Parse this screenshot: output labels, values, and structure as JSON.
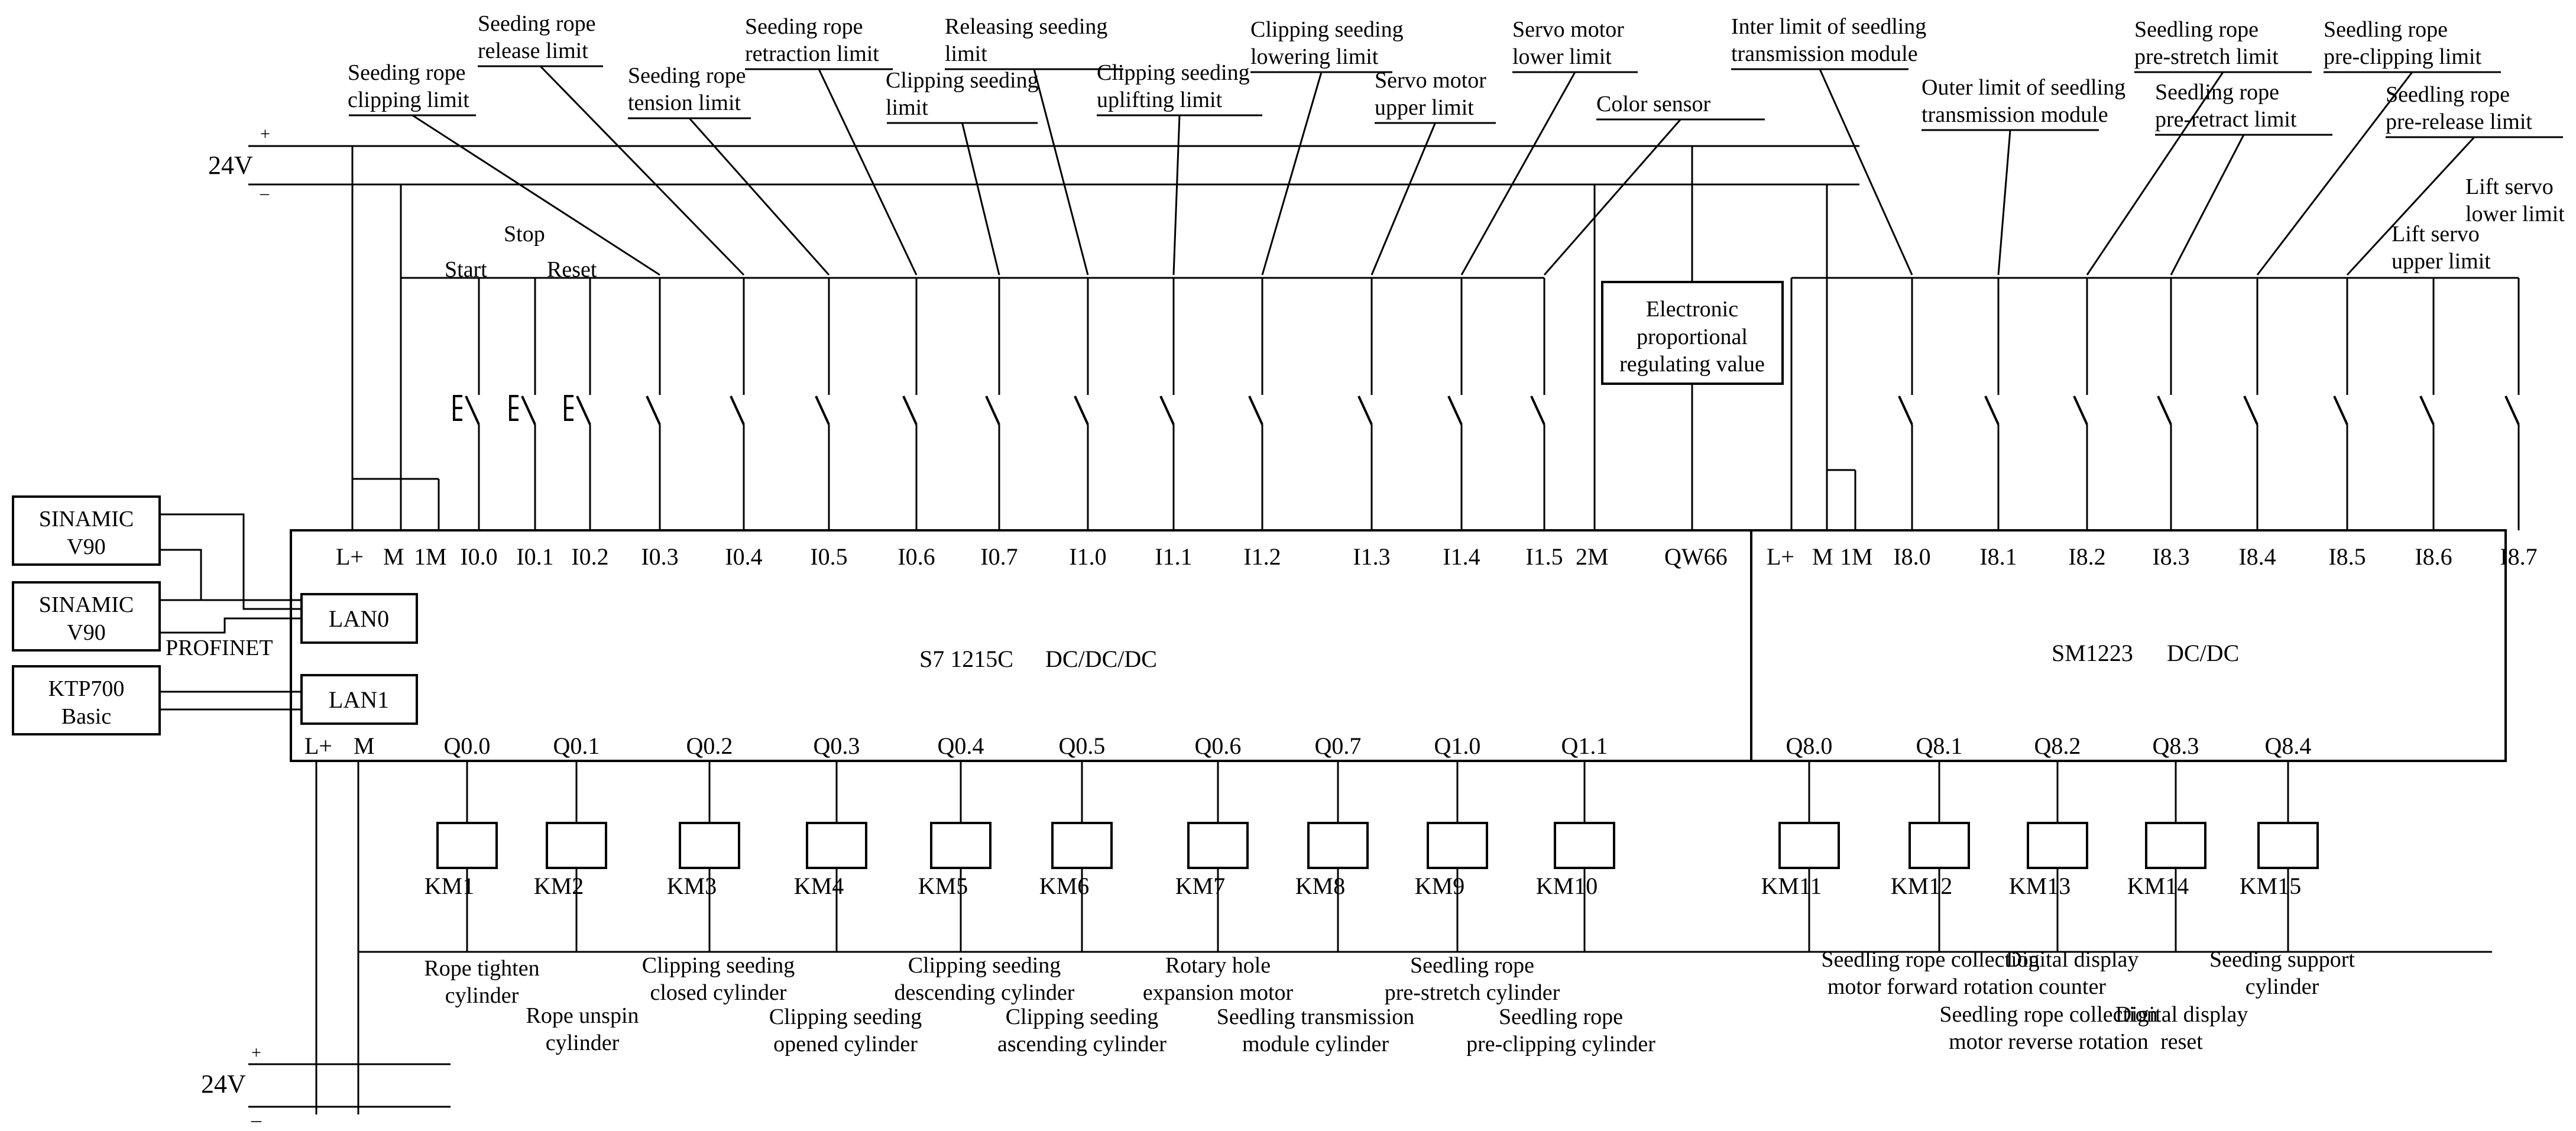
{
  "supply_top": {
    "voltage": "24V",
    "plus": "+",
    "minus": "–"
  },
  "supply_bottom": {
    "voltage": "24V",
    "plus": "+",
    "minus": "–"
  },
  "cpu": {
    "name": "S7 1215C",
    "type": "DC/DC/DC",
    "power_terms": [
      "L+",
      "M",
      "1M"
    ],
    "inputs": [
      "I0.0",
      "I0.1",
      "I0.2",
      "I0.3",
      "I0.4",
      "I0.5",
      "I0.6",
      "I0.7",
      "I1.0",
      "I1.1",
      "I1.2",
      "I1.3",
      "I1.4",
      "I1.5"
    ],
    "term_2m": "2M",
    "term_qw66": "QW66",
    "out_power_terms": [
      "L+",
      "M"
    ],
    "outputs": [
      "Q0.0",
      "Q0.1",
      "Q0.2",
      "Q0.3",
      "Q0.4",
      "Q0.5",
      "Q0.6",
      "Q0.7",
      "Q1.0",
      "Q1.1"
    ],
    "lan0": "LAN0",
    "lan1": "LAN1"
  },
  "sm": {
    "name": "SM1223",
    "type": "DC/DC",
    "power_terms": [
      "L+",
      "M",
      "1M"
    ],
    "inputs": [
      "I8.0",
      "I8.1",
      "I8.2",
      "I8.3",
      "I8.4",
      "I8.5",
      "I8.6",
      "I8.7"
    ],
    "outputs": [
      "Q8.0",
      "Q8.1",
      "Q8.2",
      "Q8.3",
      "Q8.4"
    ]
  },
  "devices": {
    "sinamic1": [
      "SINAMIC",
      "V90"
    ],
    "sinamic2": [
      "SINAMIC",
      "V90"
    ],
    "ktp": [
      "KTP700",
      "Basic"
    ],
    "profinet": "PROFINET"
  },
  "buttons": {
    "start": "Start",
    "stop": "Stop",
    "reset": "Reset"
  },
  "evr": [
    "Electronic",
    "proportional",
    "regulating value"
  ],
  "input_labels": [
    [
      "Seeding rope",
      "clipping limit"
    ],
    [
      "Seeding rope",
      "release limit"
    ],
    [
      "Seeding rope",
      "tension limit"
    ],
    [
      "Seeding rope",
      "retraction limit"
    ],
    [
      "Clipping seeding",
      "limit"
    ],
    [
      "Releasing seeding",
      "limit"
    ],
    [
      "Clipping seeding",
      "uplifting limit"
    ],
    [
      "Clipping seeding",
      "lowering limit"
    ],
    [
      "Servo motor",
      "upper limit"
    ],
    [
      "Servo motor",
      "lower limit"
    ],
    [
      "Color sensor"
    ]
  ],
  "sm_input_labels": [
    [
      "Inter limit of seedling",
      "transmission module"
    ],
    [
      "Outer limit of seedling",
      "transmission module"
    ],
    [
      "Seedling rope",
      "pre-stretch limit"
    ],
    [
      "Seedling rope",
      "pre-retract limit"
    ],
    [
      "Seedling rope",
      "pre-clipping limit"
    ],
    [
      "Seedling rope",
      "pre-release limit"
    ],
    [
      "Lift servo",
      "upper limit"
    ],
    [
      "Lift servo",
      "lower limit"
    ]
  ],
  "relays": [
    "KM1",
    "KM2",
    "KM3",
    "KM4",
    "KM5",
    "KM6",
    "KM7",
    "KM8",
    "KM9",
    "KM10",
    "KM11",
    "KM12",
    "KM13",
    "KM14",
    "KM15"
  ],
  "output_labels": [
    [
      "Rope tighten",
      "cylinder"
    ],
    [
      "Rope unspin",
      "cylinder"
    ],
    [
      "Clipping seeding",
      "closed cylinder"
    ],
    [
      "Clipping seeding",
      "opened cylinder"
    ],
    [
      "Clipping seeding",
      "descending cylinder"
    ],
    [
      "Clipping seeding",
      "ascending cylinder"
    ],
    [
      "Rotary hole",
      "expansion motor"
    ],
    [
      "Seedling transmission",
      "module cylinder"
    ],
    [
      "Seedling rope",
      "pre-stretch  cylinder"
    ],
    [
      "Seedling rope",
      "pre-clipping cylinder"
    ],
    [
      "Seedling rope collection",
      "motor forward rotation"
    ],
    [
      "Seedling rope  collection",
      "motor reverse rotation"
    ],
    [
      "Digital display",
      "counter"
    ],
    [
      "Digital display",
      "reset"
    ],
    [
      "Seeding support",
      "cylinder"
    ]
  ]
}
